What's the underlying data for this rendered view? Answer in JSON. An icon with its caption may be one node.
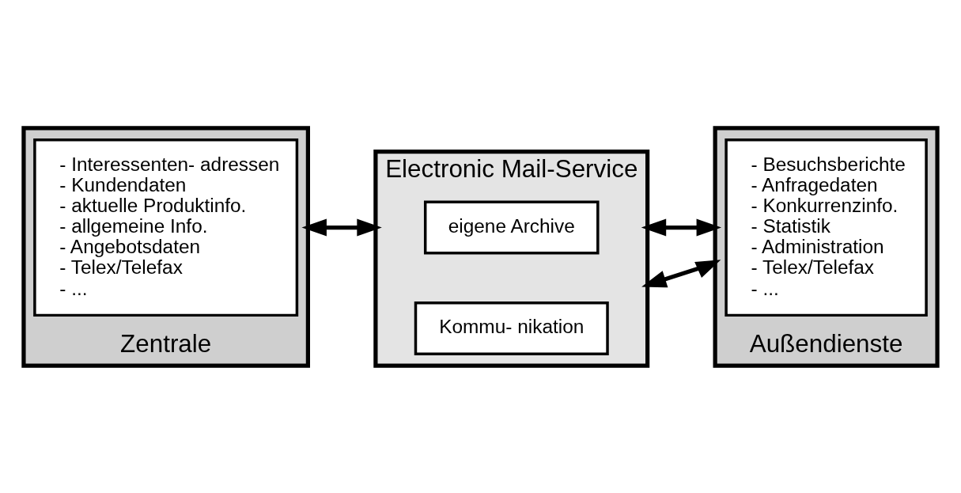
{
  "diagram": {
    "nodes": [
      {
        "text": [
          "Zentrale"
        ]
      },
      {
        "text": [
          "- Interessenten- adressen",
          "- Kundendaten",
          "- aktuelle Produktinfo.",
          "- allgemeine Info.",
          "- Angebotsdaten",
          "- Telex/Telefax",
          "- ..."
        ],
        "in": 0
      },
      {
        "text": [
          "Electronic Mail-Service"
        ]
      },
      {
        "text": [
          "eigene Archive"
        ],
        "in": 2
      },
      {
        "text": [
          "Kommu- nikation"
        ],
        "in": 2
      },
      {
        "text": [
          "Außendienste"
        ]
      },
      {
        "text": [
          "- Besuchsberichte",
          "- Anfragedaten",
          "- Konkurrenzinfo.",
          "- Statistik",
          "- Administration",
          "- Telex/Telefax",
          "- ..."
        ],
        "in": 5
      }
    ],
    "edges": [
      {
        "from": 0,
        "to": 2,
        "arrow": "both"
      },
      {
        "from": 2,
        "to": 5,
        "arrow": "both"
      },
      {
        "from": 2,
        "to": 5,
        "arrow": "both"
      }
    ]
  }
}
